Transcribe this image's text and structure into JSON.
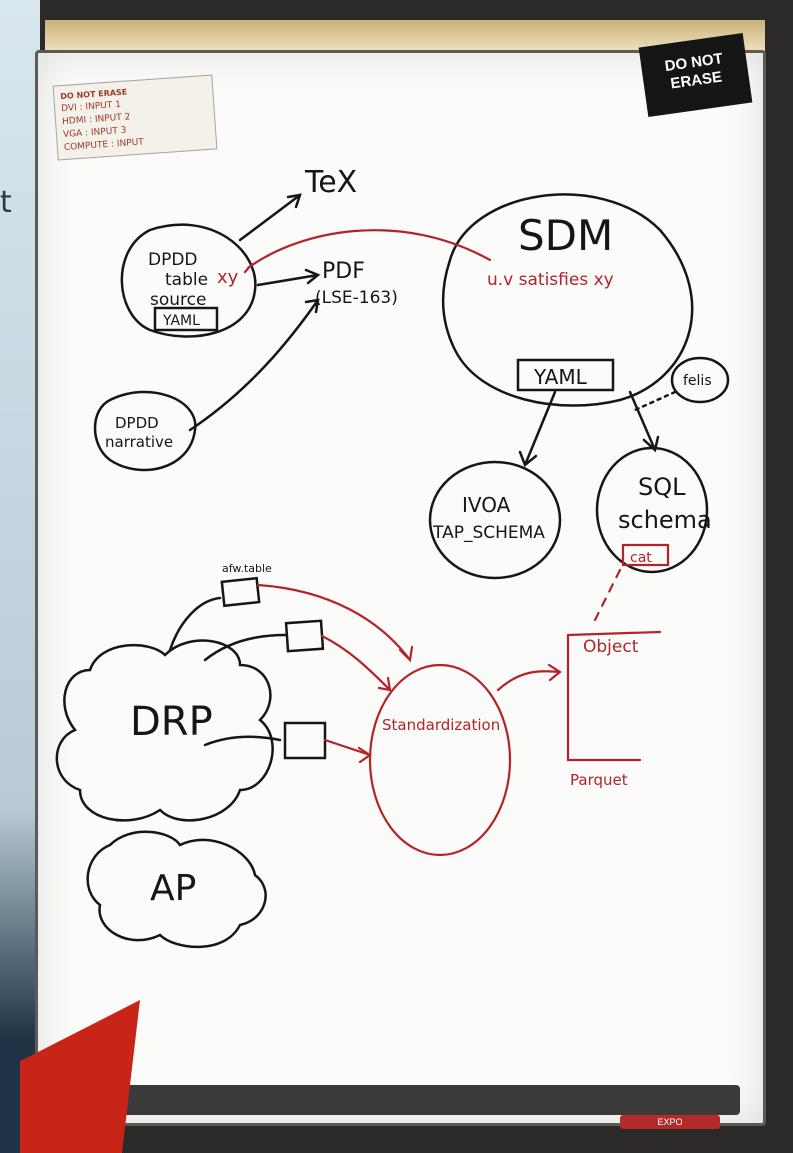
{
  "background_text": "t",
  "sticky_note": {
    "title": "DO NOT ERASE",
    "lines": [
      "DVI : INPUT 1",
      "HDMI : INPUT 2",
      "VGA : INPUT 3",
      "COMPUTE : INPUT"
    ]
  },
  "do_not_erase_sign": [
    "DO NOT",
    "ERASE"
  ],
  "board": {
    "tex": "TeX",
    "dpdd_source": [
      "DPDD",
      "table",
      "source"
    ],
    "dpdd_yaml": "YAML",
    "xy_left": "xy",
    "pdf": "PDF",
    "lse": "(LSE-163)",
    "dpdd_narrative": [
      "DPDD",
      "narrative"
    ],
    "sdm": "SDM",
    "uv_satisfies": "u.v  satisfies xy",
    "sdm_yaml": "YAML",
    "felis": "felis",
    "ivoa": [
      "IVOA",
      "TAP_SCHEMA"
    ],
    "sql": [
      "SQL",
      "schema"
    ],
    "cat": "cat",
    "afw_table": "afw.table",
    "drp": "DRP",
    "standardization": "Standardization",
    "object": "Object",
    "parquet": "Parquet",
    "ap": "AP"
  },
  "marker_label": "EXPO"
}
